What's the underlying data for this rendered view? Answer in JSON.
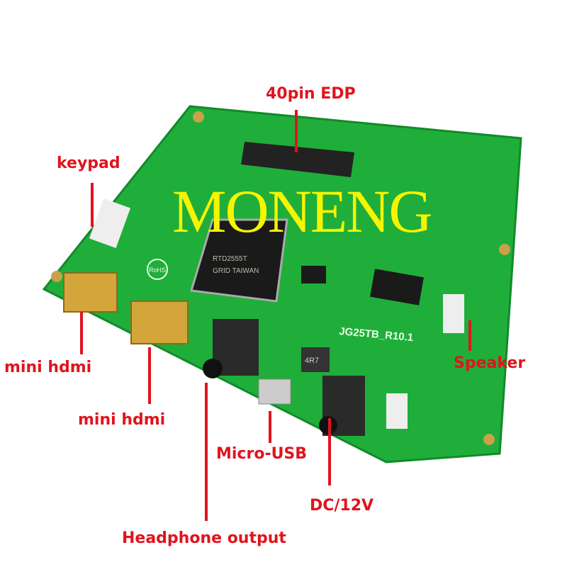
{
  "watermark": "MONENG",
  "labels": {
    "edp": "40pin EDP",
    "keypad": "keypad",
    "mini_hdmi_1": "mini hdmi",
    "mini_hdmi_2": "mini hdmi",
    "headphone": "Headphone output",
    "micro_usb": "Micro-USB",
    "dc": "DC/12V",
    "speaker": "Speaker"
  },
  "board": {
    "chip_text": [
      "RTD2555T",
      "GRID TAIWAN"
    ],
    "model_text": "JG25TB_R10.1",
    "rohs": "RoHS",
    "inductor_text": "4R7"
  },
  "colors": {
    "label": "#e0141e",
    "pcb": "#1fae3a",
    "watermark": "#f5f500"
  }
}
